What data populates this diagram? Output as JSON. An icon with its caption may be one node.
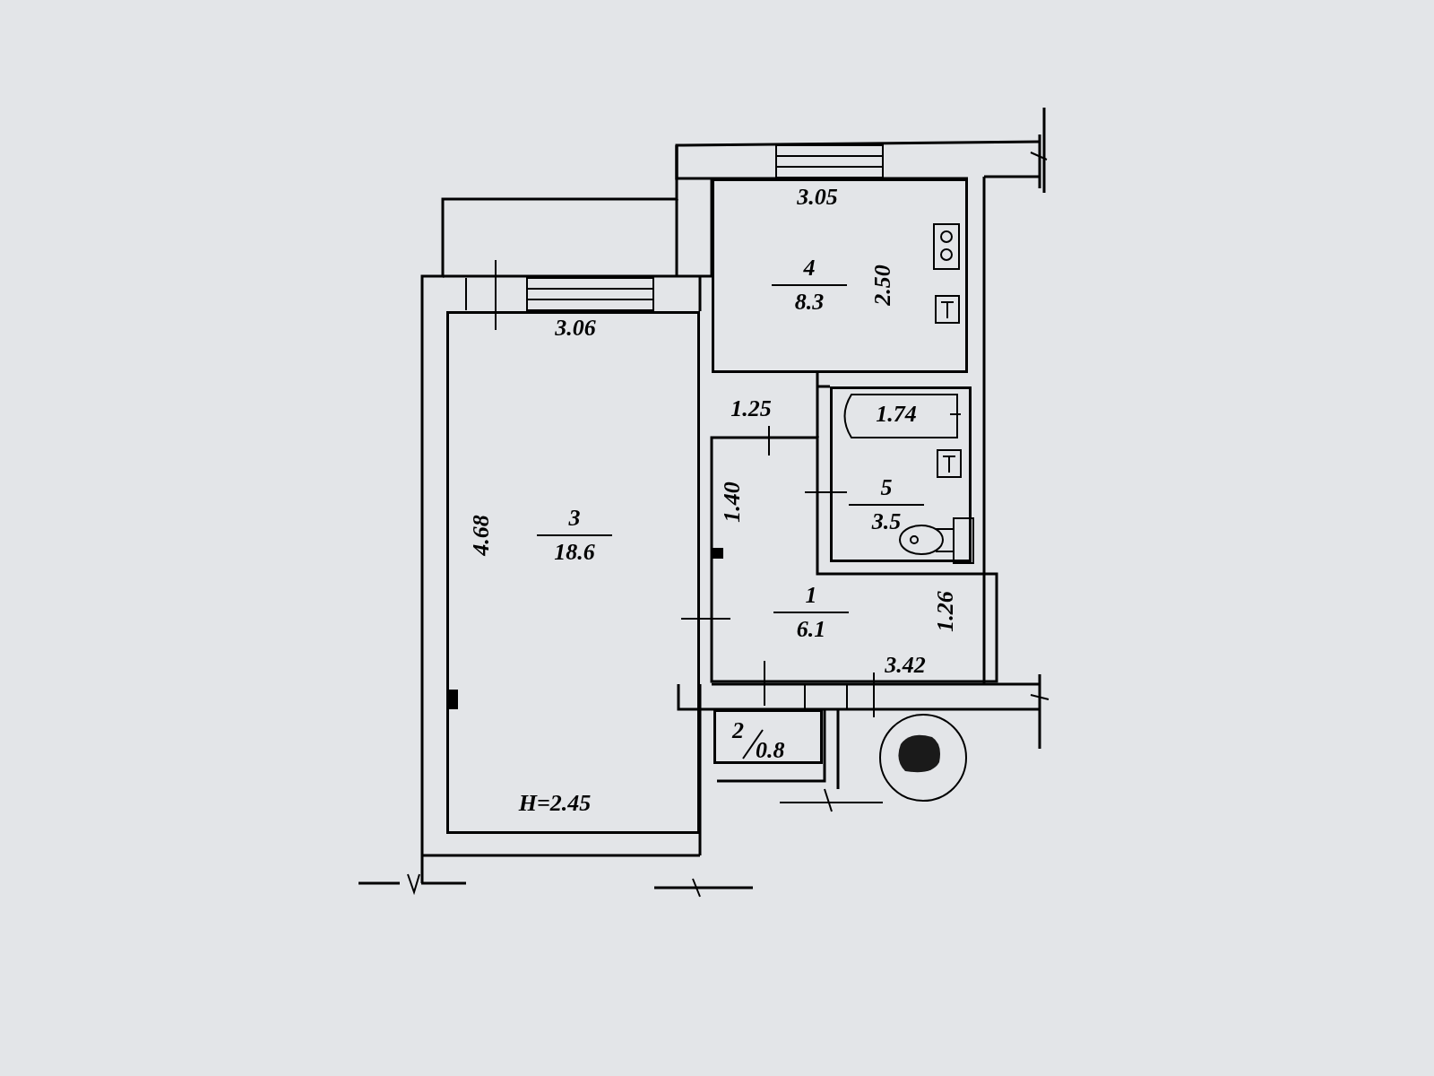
{
  "diagram": {
    "nodes": [
      {
        "text": [
          "3",
          "18.6"
        ]
      },
      {
        "text": [
          "4",
          "8.3"
        ]
      },
      {
        "text": [
          "5",
          "3.5"
        ]
      },
      {
        "text": [
          "1",
          "6.1"
        ]
      },
      {
        "text": [
          "2",
          "0.8"
        ]
      }
    ],
    "labels": [
      "3.05",
      "2.50",
      "3.06",
      "4.68",
      "1.25",
      "1.74",
      "1.40",
      "1.26",
      "3.42",
      "H=2.45"
    ]
  }
}
